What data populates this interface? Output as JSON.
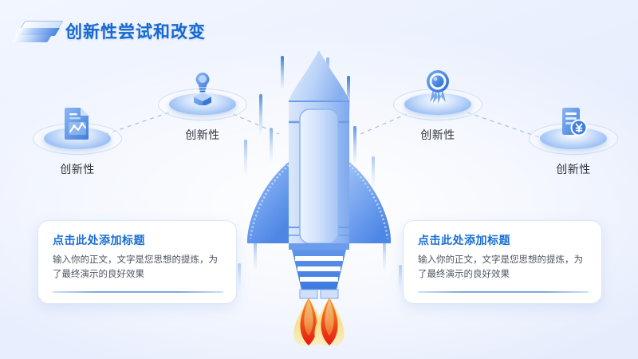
{
  "slide": {
    "title": "创新性尝试和改变",
    "background_color": "#eaf0fe",
    "accent_color": "#1769cf"
  },
  "nodes": [
    {
      "label": "创新性",
      "icon": "document-chart-icon"
    },
    {
      "label": "创新性",
      "icon": "lightbulb-box-icon"
    },
    {
      "label": "创新性",
      "icon": "medal-badge-icon"
    },
    {
      "label": "创新性",
      "icon": "invoice-yuan-icon"
    }
  ],
  "cards": [
    {
      "title": "点击此处添加标题",
      "body": "输入你的正文，文字是您思想的提炼，为了最终演示的良好效果"
    },
    {
      "title": "点击此处添加标题",
      "body": "输入你的正文，文字是您思想的提炼，为了最终演示的良好效果"
    }
  ],
  "illustration": {
    "name": "rocket-launch-illustration",
    "body_color": "#aecbf5",
    "wing_color": "#6c9ded",
    "flame_colors": [
      "#f0b36a",
      "#f4741f",
      "#e8201a",
      "#f7e9b0"
    ]
  }
}
